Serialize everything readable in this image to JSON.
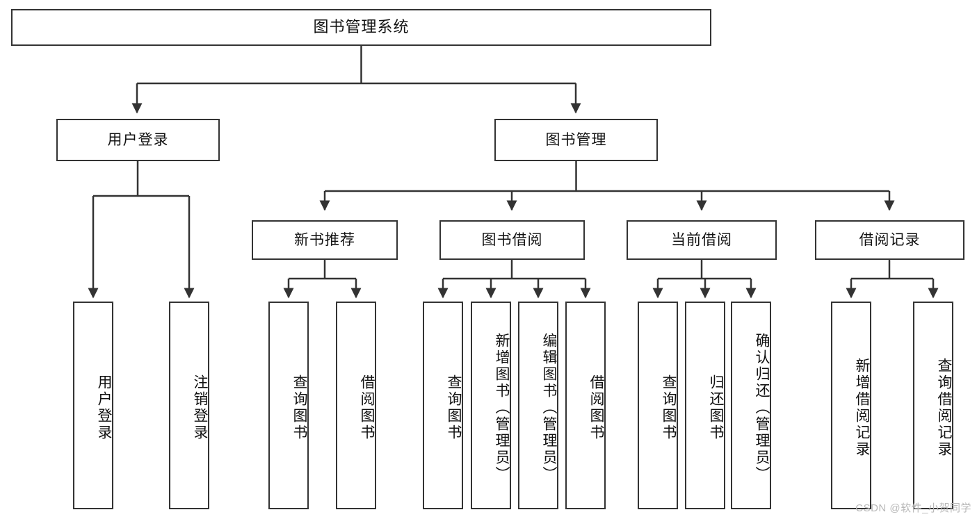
{
  "diagram": {
    "title": "图书管理系统",
    "type": "tree-hierarchy-diagram",
    "orientation": "top-down",
    "watermark": "CSDN @软件_小贺同学",
    "colors": {
      "stroke": "#333333",
      "fill": "#ffffff",
      "text": "#111111",
      "watermark": "#b9b9b9"
    },
    "nodes": {
      "root": {
        "label": "图书管理系统"
      },
      "level2": [
        {
          "label": "用户登录"
        },
        {
          "label": "图书管理"
        }
      ],
      "level3": [
        {
          "label": "新书推荐"
        },
        {
          "label": "图书借阅"
        },
        {
          "label": "当前借阅"
        },
        {
          "label": "借阅记录"
        }
      ],
      "leaves": {
        "user_login": [
          {
            "label": "用户登录"
          },
          {
            "label": "注销登录"
          }
        ],
        "new_book": [
          {
            "label": "查询图书"
          },
          {
            "label": "借阅图书"
          }
        ],
        "book_borrow": [
          {
            "label": "查询图书"
          },
          {
            "label": "新增图书（管理员）"
          },
          {
            "label": "编辑图书（管理员）"
          },
          {
            "label": "借阅图书"
          }
        ],
        "current_borrow": [
          {
            "label": "查询图书"
          },
          {
            "label": "归还图书"
          },
          {
            "label": "确认归还（管理员）"
          }
        ],
        "borrow_record": [
          {
            "label": "新增借阅记录"
          },
          {
            "label": "查询借阅记录"
          }
        ]
      }
    }
  }
}
